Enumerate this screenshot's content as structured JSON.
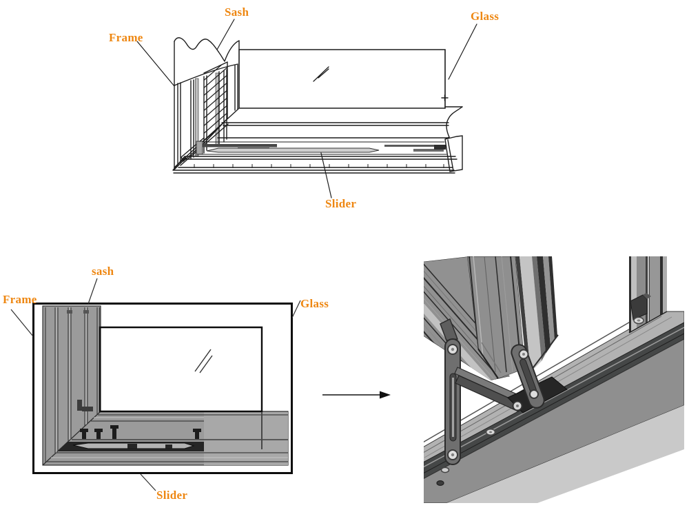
{
  "title": "Sliding window components diagram",
  "colors": {
    "label_orange": "#EE8712",
    "line_dark": "#1c1c1c",
    "profile_gray": "#9b9b9b",
    "track_dark": "#262626"
  },
  "sections": {
    "top_drawing": {
      "name": "window-sash-frame-3d-section",
      "labels": {
        "sash": "Sash",
        "frame": "Frame",
        "glass": "Glass",
        "slider": "Slider"
      }
    },
    "bottom_left_drawing": {
      "name": "window-corner-2d-section",
      "labels": {
        "sash": "sash",
        "frame": "Frame",
        "glass": "Glass",
        "slider": "Slider"
      }
    },
    "bottom_right_photo": {
      "name": "corner-hardware-3d-render"
    },
    "arrow": {
      "direction": "right"
    }
  }
}
